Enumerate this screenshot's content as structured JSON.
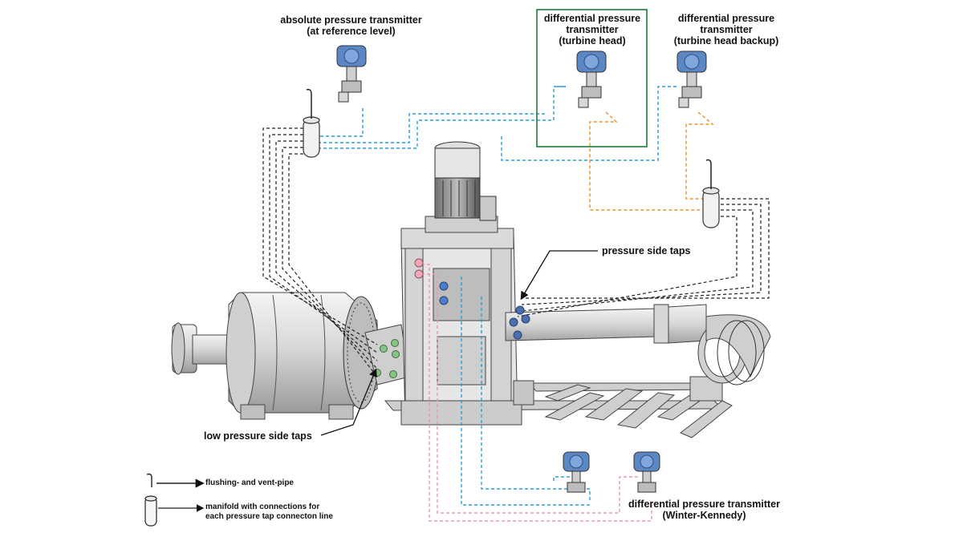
{
  "labels": {
    "abs_transmitter": "absolute pressure transmitter\n(at reference level)",
    "dp_turbine_head": "differential pressure\ntransmitter\n(turbine head)",
    "dp_turbine_head_backup": "differential pressure\ntransmitter\n(turbine head backup)",
    "pressure_side_taps": "pressure side taps",
    "low_pressure_side_taps": "low pressure side taps",
    "dp_winter_kennedy": "differential pressure transmitter\n(Winter-Kennedy)"
  },
  "legend": {
    "flushing_vent_pipe": "flushing- and vent-pipe",
    "manifold": "manifold with connections for\neach pressure tap connecton line"
  },
  "colors": {
    "line_blue": "#2a9fd6",
    "line_orange": "#e8922a",
    "line_pink": "#e89aa8",
    "line_black": "#222222",
    "highlight_box": "#1e7a3a",
    "transmitter_head": "#5b87c4",
    "machine_gray": "#d8d8d8"
  }
}
